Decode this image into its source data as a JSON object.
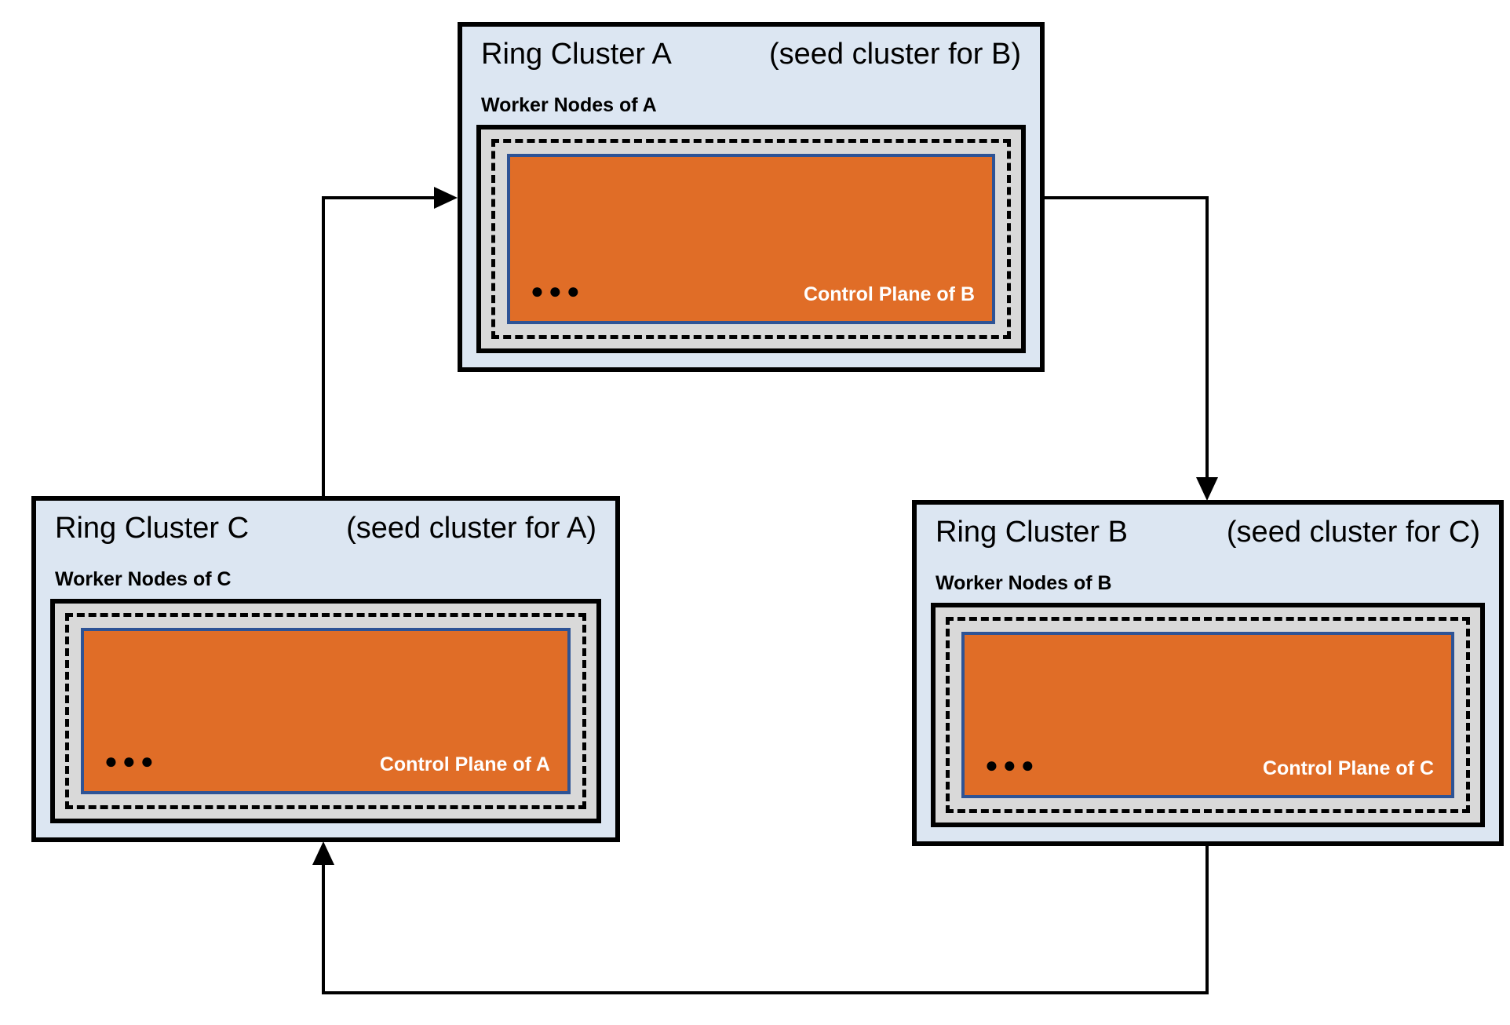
{
  "diagram": {
    "clusters": [
      {
        "id": "A",
        "title": "Ring Cluster A",
        "seed_note": "(seed cluster for B)",
        "worker_label": "Worker Nodes of A",
        "control_label": "Control Plane of B",
        "dots": "●●●"
      },
      {
        "id": "C",
        "title": "Ring Cluster C",
        "seed_note": "(seed cluster for A)",
        "worker_label": "Worker Nodes of C",
        "control_label": "Control Plane of A",
        "dots": "●●●"
      },
      {
        "id": "B",
        "title": "Ring Cluster B",
        "seed_note": "(seed cluster for C)",
        "worker_label": "Worker Nodes of B",
        "control_label": "Control Plane of C",
        "dots": "●●●"
      }
    ],
    "connections": [
      {
        "from": "C",
        "to": "A"
      },
      {
        "from": "A",
        "to": "B"
      },
      {
        "from": "B",
        "to": "C"
      }
    ],
    "colors": {
      "cluster_fill": "#dce6f2",
      "worker_nodes_fill": "#d9d9d9",
      "control_plane_fill": "#e06d27",
      "control_plane_border": "#2e5395",
      "outline_and_lines": "#000000",
      "control_label_text": "#ffffff"
    }
  }
}
